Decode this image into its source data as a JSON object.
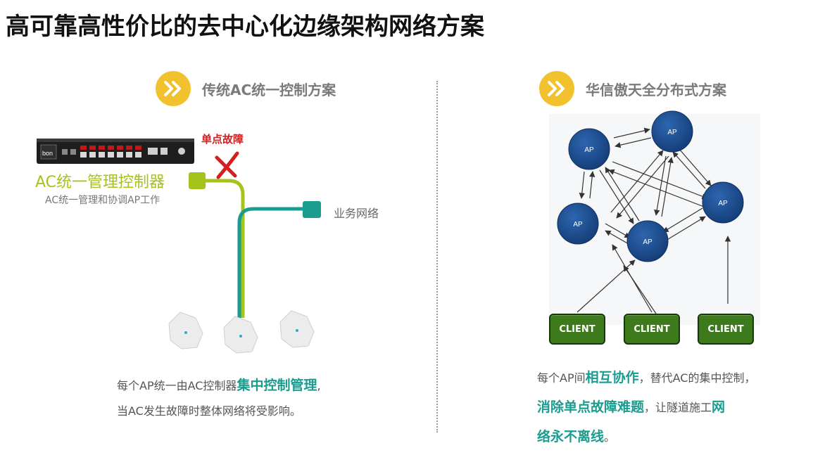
{
  "page_title": "高可靠高性价比的去中心化边缘架构网络方案",
  "left": {
    "section_title": "传统AC统一控制方案",
    "failure_label": "单点故障",
    "controller_label": "AC统一管理控制器",
    "controller_sublabel": "AC统一管理和协调AP工作",
    "device_brand": "bon",
    "business_label": "业务网络",
    "desc_line1_pre": "每个AP统一由AC控制器",
    "desc_line1_hl": "集中控制管理",
    "desc_line1_post": ",",
    "desc_line2": "当AC发生故障时整体网络将受影响。"
  },
  "right": {
    "section_title": "华信傲天全分布式方案",
    "ap_label": "AP",
    "client_label": "CLIENT",
    "desc_line1_pre": "每个AP间",
    "desc_line1_hl": "相互协作",
    "desc_line1_post": "，替代AC的集中控制，",
    "desc_line2_hl": "消除单点故障难题",
    "desc_line2_post": "，让隧道施工",
    "desc_line2_hl2": "网",
    "desc_line3_hl": "络永不离线",
    "desc_line3_post": "。"
  },
  "colors": {
    "accent_yellow": "#f2c12e",
    "lime": "#a4c31b",
    "teal": "#1a9c8f",
    "ap_blue": "#1b4f93",
    "client_green": "#3d7a1c",
    "failure_red": "#d71e1e"
  },
  "icons": [
    "chevron-double-right-icon",
    "cross-icon"
  ]
}
